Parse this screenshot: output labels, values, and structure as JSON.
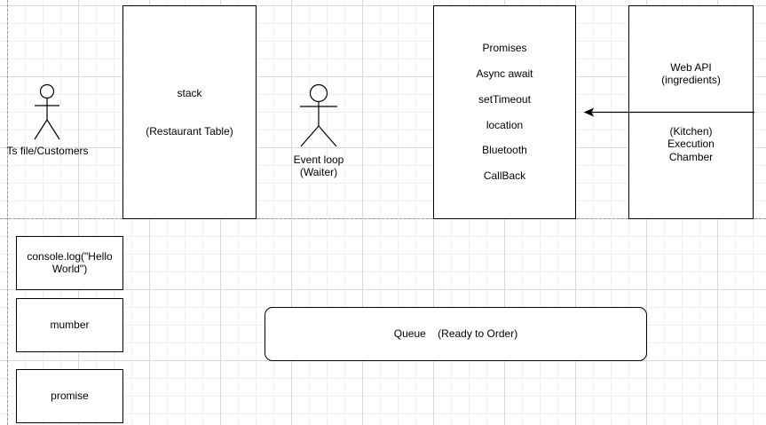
{
  "customers": {
    "label": "Ts file/Customers"
  },
  "stack": {
    "title": "stack",
    "subtitle": "(Restaurant Table)"
  },
  "event_loop": {
    "line1": "Event loop",
    "line2": "(Waiter)"
  },
  "async_box": {
    "items": [
      "Promises",
      "Async await",
      "setTimeout",
      "location",
      "Bluetooth",
      "CallBack"
    ]
  },
  "web_api": {
    "line1": "Web API",
    "line2": "(ingredients)",
    "line3": "(Kitchen)",
    "line4": "Execution",
    "line5": "Chamber"
  },
  "calls": {
    "console_log": "console.log(\"Hello World\")",
    "number": "mumber",
    "promise": "promise"
  },
  "queue": {
    "label": "Queue    (Ready to Order)"
  }
}
